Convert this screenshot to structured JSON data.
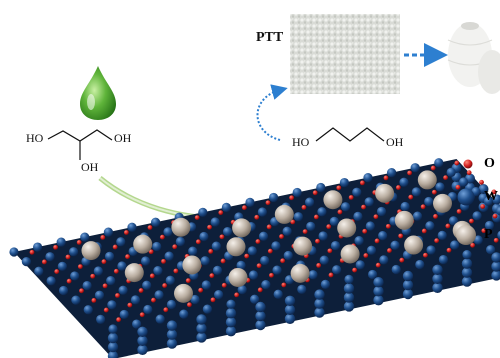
{
  "labels": {
    "ptt": "PTT",
    "glycerol_oh_left": "HO",
    "glycerol_oh_right": "OH",
    "glycerol_oh_bottom": "OH",
    "propanediol_oh_left": "HO",
    "propanediol_oh_right": "OH"
  },
  "legend": [
    {
      "text": "O",
      "color": "#d42121"
    },
    {
      "text": "W",
      "color": "#1f4f8c"
    },
    {
      "text": "P",
      "color": "#b9ada0"
    }
  ],
  "colors": {
    "oxygen": "#d42121",
    "tungsten": "#1f4f8c",
    "platinum": "#b9ada0",
    "droplet": "#3f9d2a",
    "arrow_green": "#9ccc6a",
    "arrow_blue": "#2d7fd0"
  },
  "icons": [
    "green-droplet-icon",
    "yarn-spools-icon",
    "dashed-arrow-icon",
    "curved-arrow-icon"
  ]
}
